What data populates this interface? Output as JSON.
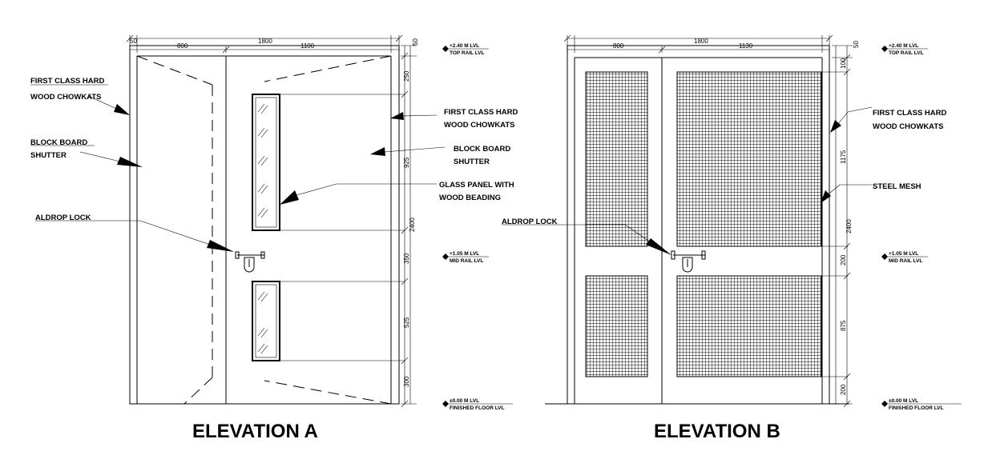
{
  "elevation_a": {
    "title": "ELEVATION A",
    "dims": {
      "total_width": "1800",
      "left_leaf": "800",
      "right_leaf": "1100",
      "top_offset": "50",
      "left_offset": "50",
      "height_total": "2400",
      "seg_top": "250",
      "seg_glass_top": "925",
      "seg_mid": "350",
      "seg_glass_bottom": "525",
      "seg_bottom": "300"
    },
    "labels": {
      "chowkat_left_1": "FIRST CLASS HARD",
      "chowkat_left_2": "WOOD CHOWKATS",
      "shutter_left_1": "BLOCK BOARD",
      "shutter_left_2": "SHUTTER",
      "aldrop": "ALDROP LOCK",
      "chowkat_right_1": "FIRST CLASS HARD",
      "chowkat_right_2": "WOOD CHOWKATS",
      "shutter_right_1": "BLOCK BOARD",
      "shutter_right_2": "SHUTTER",
      "glass_1": "GLASS PANEL WITH",
      "glass_2": "WOOD BEADING"
    },
    "levels": {
      "top_value": "+2.40 M LVL",
      "top_name": "TOP RAIL LVL",
      "mid_value": "+1.05 M LVL",
      "mid_name": "MID RAIL LVL",
      "floor_value": "±0.00 M LVL",
      "floor_name": "FINISHED FLOOR LVL"
    }
  },
  "elevation_b": {
    "title": "ELEVATION B",
    "dims": {
      "total_width": "1800",
      "left_leaf": "800",
      "right_leaf": "1130",
      "top_offset": "50",
      "height_total": "2400",
      "seg_top": "100",
      "seg_mesh_top": "1175",
      "seg_mid": "200",
      "seg_mesh_bottom": "875",
      "seg_bottom": "200"
    },
    "labels": {
      "aldrop": "ALDROP LOCK",
      "chowkat_1": "FIRST CLASS HARD",
      "chowkat_2": "WOOD CHOWKATS",
      "mesh": "STEEL MESH"
    },
    "levels": {
      "top_value": "+2.40 M LVL",
      "top_name": "TOP RAIL LVL",
      "mid_value": "+1.05 M LVL",
      "mid_name": "MID RAIL LVL",
      "floor_value": "±0.00 M LVL",
      "floor_name": "FINISHED FLOOR LVL"
    }
  },
  "colors": {
    "line": "#000000",
    "background": "#ffffff"
  }
}
